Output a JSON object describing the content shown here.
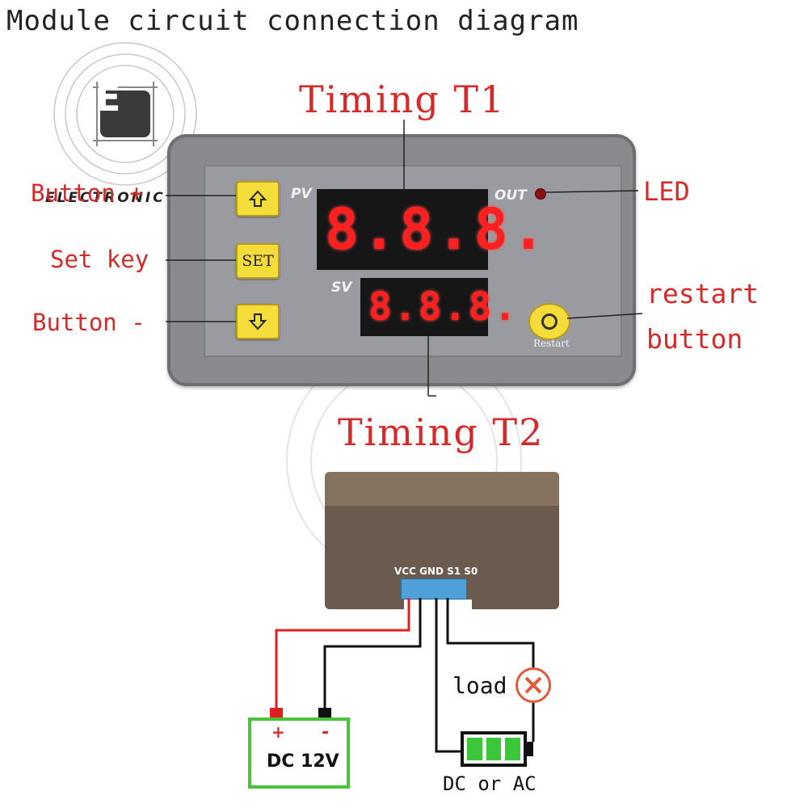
{
  "title": "Module circuit connection diagram",
  "labels": {
    "timing_t1": "Timing T1",
    "timing_t2": "Timing T2",
    "button_plus": "Button +",
    "set_key": "Set key",
    "button_minus": "Button -",
    "led": "LED",
    "restart_button_line1": "restart",
    "restart_button_line2": "button",
    "load": "load",
    "dc_or_ac": "DC or AC"
  },
  "panel": {
    "pv_tag": "PV",
    "sv_tag": "SV",
    "out_tag": "OUT",
    "pv_display": "8.8.8.",
    "sv_display": "8.8.8.",
    "set_key_text": "SET",
    "restart_text": "Restart"
  },
  "module": {
    "terminals": "VCC GND S1 S0"
  },
  "power": {
    "plus": "+",
    "minus": "-",
    "label": "DC 12V"
  },
  "watermark": {
    "logo_letter": "E",
    "brand": "ELECTRONIC"
  },
  "colors": {
    "label_red": "#d42a2a",
    "display_red": "#ff2020",
    "button_yellow": "#f4dc3a",
    "wire_red": "#e02020",
    "wire_black": "#111111",
    "psu_green": "#49c439"
  }
}
